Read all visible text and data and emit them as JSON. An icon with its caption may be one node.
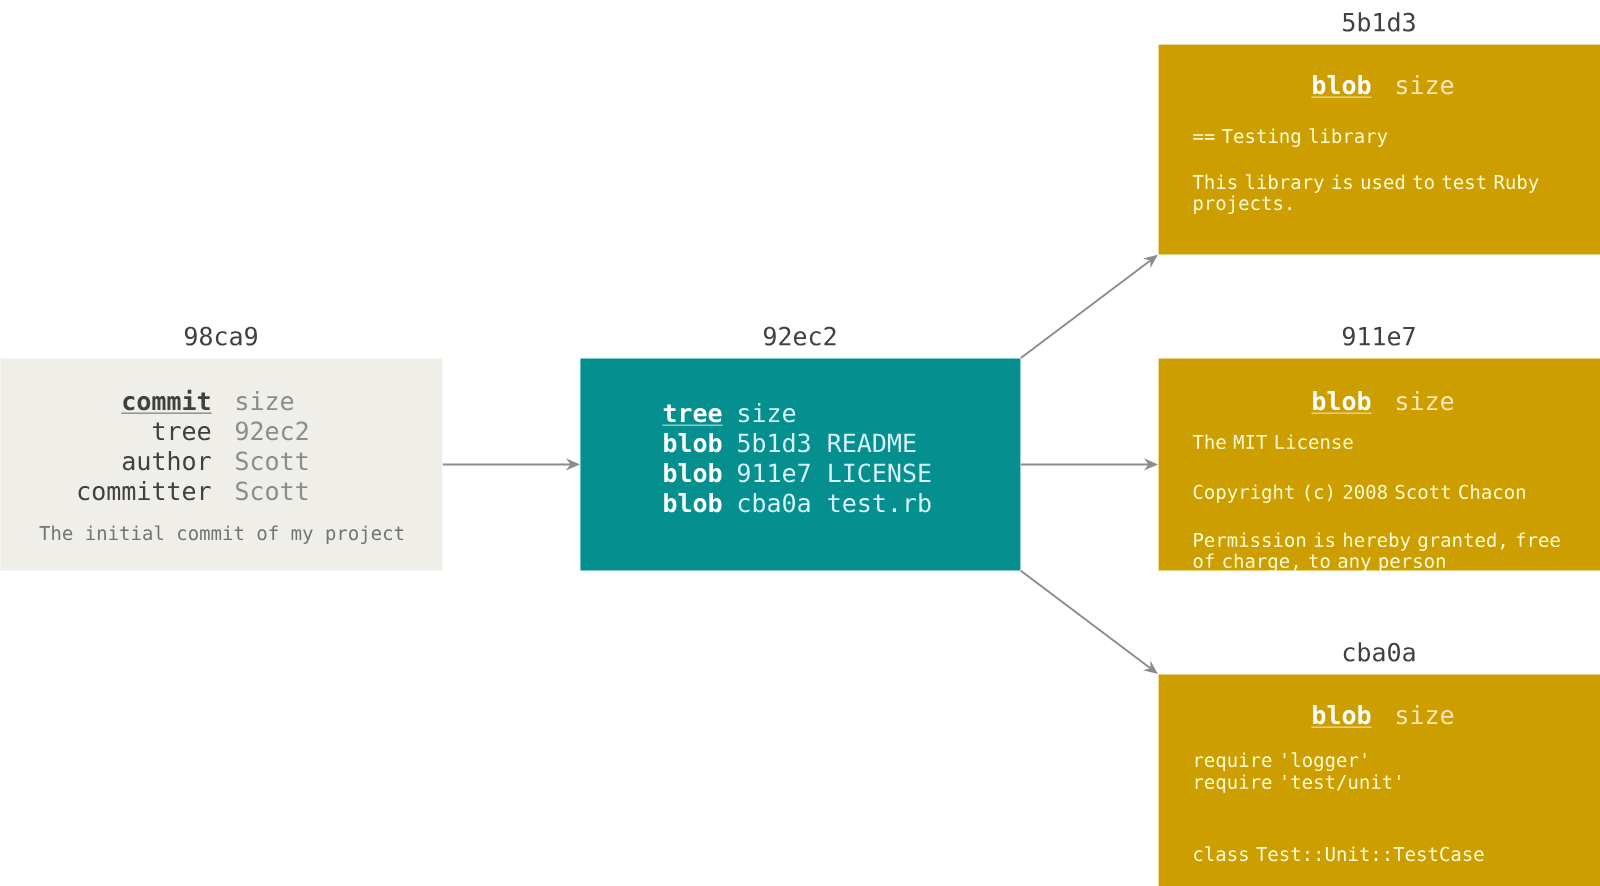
{
  "diagram": {
    "nodes": [
      {
        "text": [
          "98ca9",
          "commit",
          "size",
          "tree",
          "92ec2",
          "author",
          "Scott",
          "committer",
          "Scott",
          "The initial commit of my project"
        ]
      },
      {
        "text": [
          "92ec2",
          "tree",
          "size",
          "blob",
          "5b1d3 README",
          "blob",
          "911e7 LICENSE",
          "blob",
          "cba0a test.rb"
        ]
      },
      {
        "text": [
          "5b1d3",
          "blob",
          "size",
          "== Testing library",
          "This library is used to test Ruby projects."
        ]
      },
      {
        "text": [
          "911e7",
          "blob",
          "size",
          "The MIT License",
          "Copyright (c) 2008 Scott Chacon",
          "Permission is hereby granted, free of charge, to any person"
        ]
      },
      {
        "text": [
          "cba0a",
          "blob",
          "size",
          "require 'logger'",
          "require 'test/unit'",
          "class Test::Unit::TestCase"
        ]
      }
    ],
    "edges": [
      {
        "from": 0,
        "to": 1,
        "arrow": "to"
      },
      {
        "from": 1,
        "to": 2,
        "arrow": "to"
      },
      {
        "from": 1,
        "to": 3,
        "arrow": "to"
      },
      {
        "from": 1,
        "to": 4,
        "arrow": "to"
      }
    ]
  }
}
